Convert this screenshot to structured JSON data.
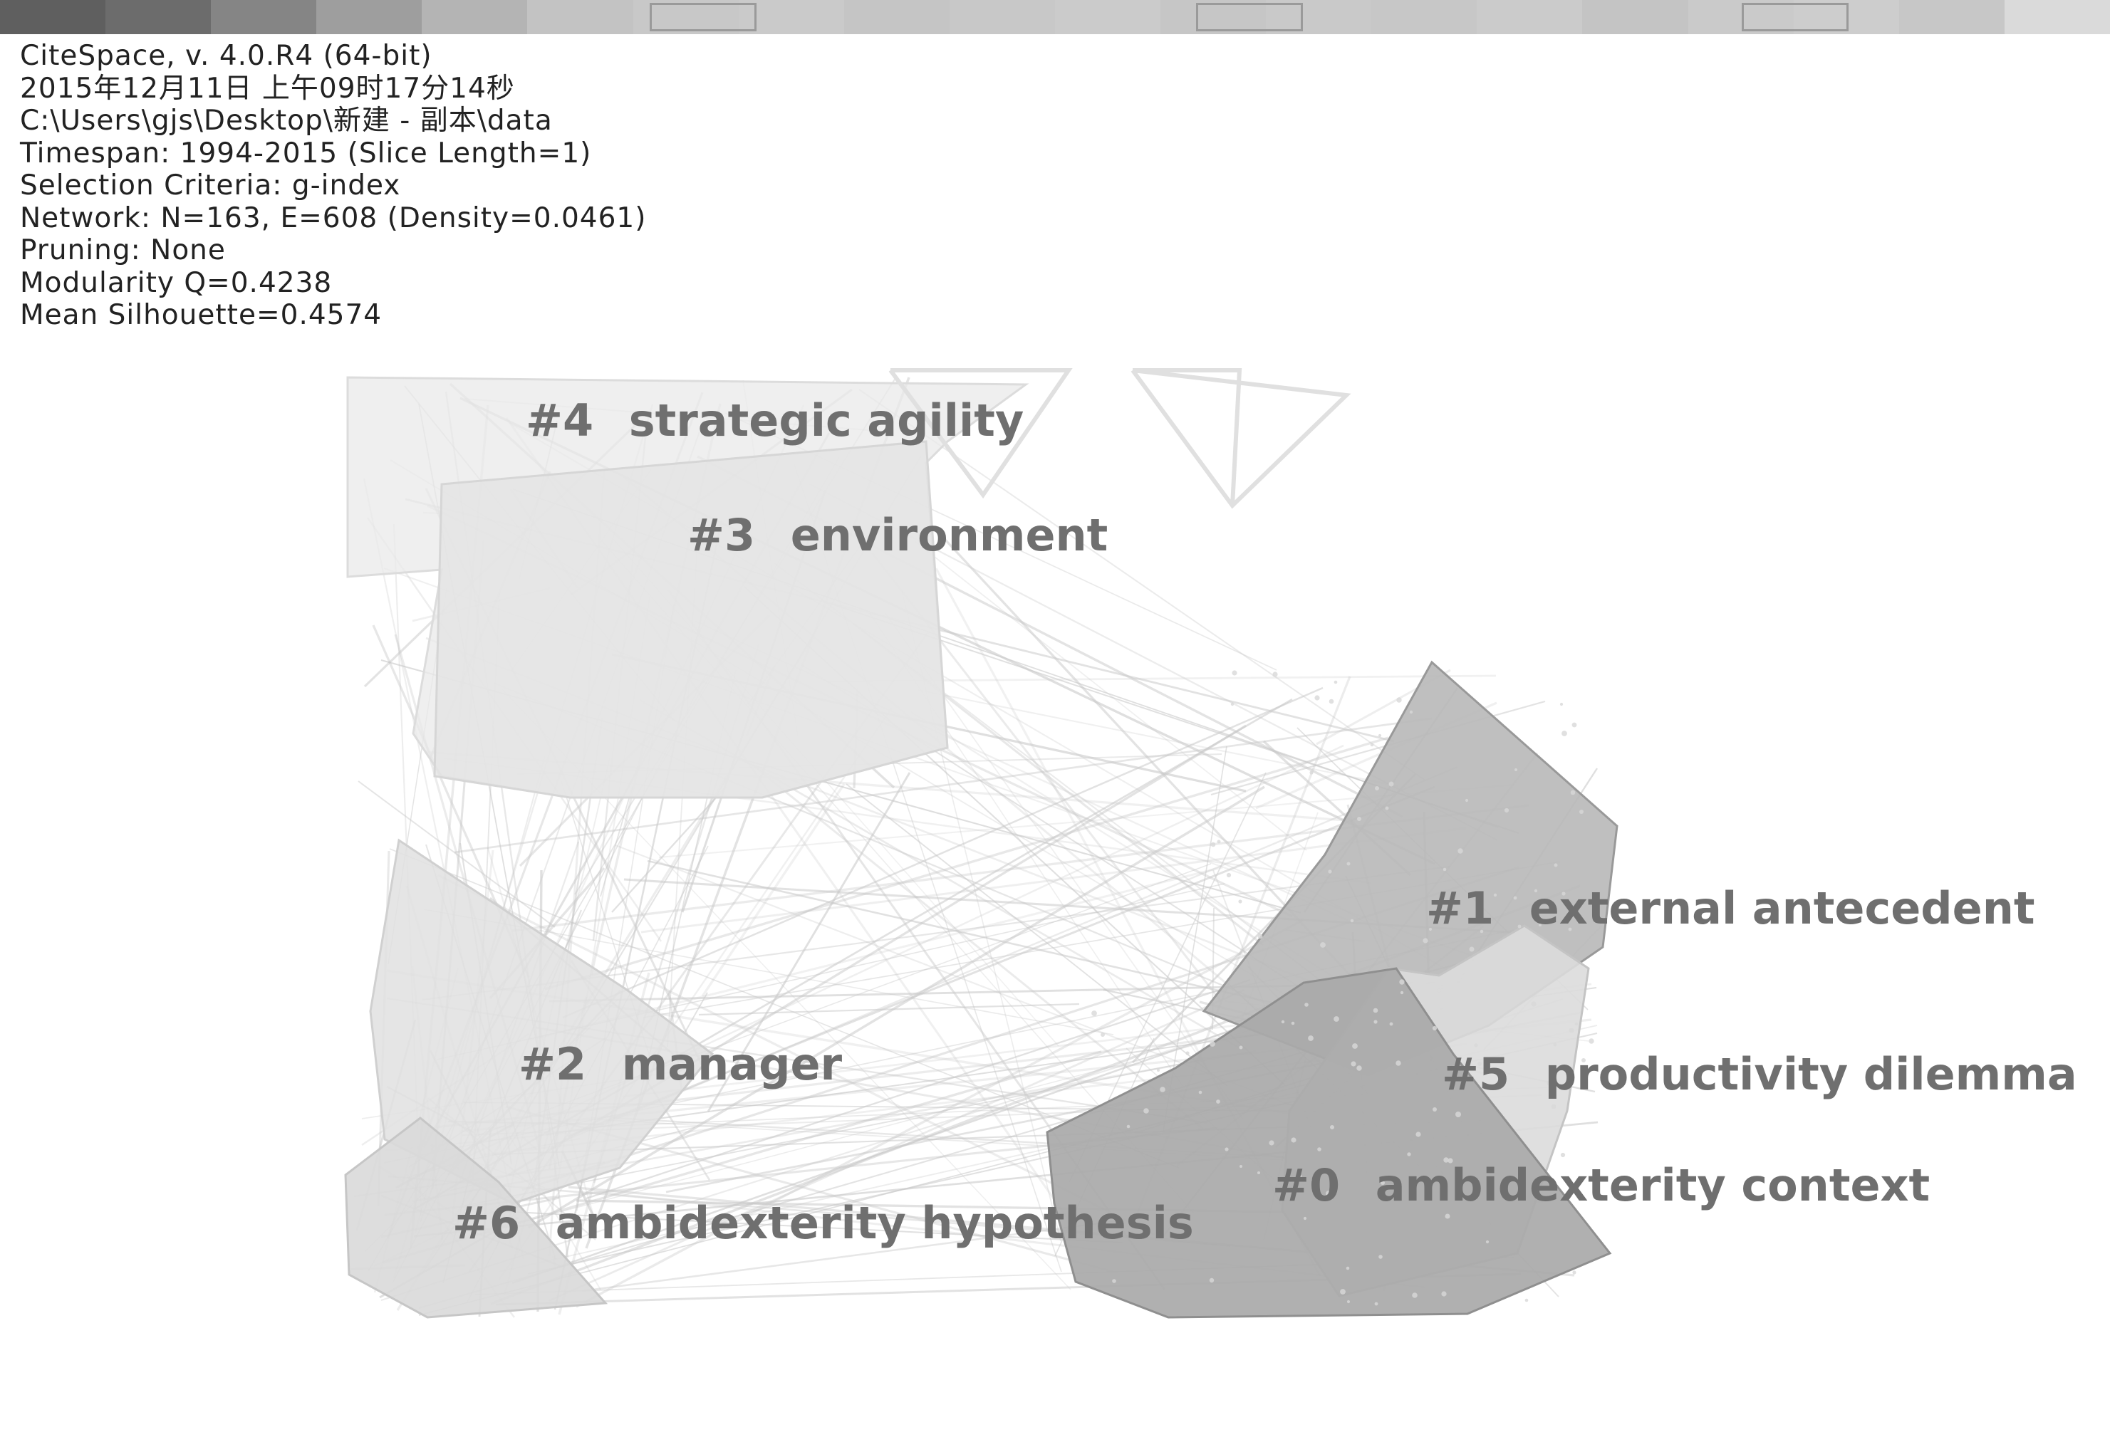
{
  "info": {
    "lines": [
      "CiteSpace, v. 4.0.R4 (64-bit)",
      "2015年12月11日 上午09时17分14秒",
      "C:\\Users\\gjs\\Desktop\\新建 - 副本\\data",
      "Timespan: 1994-2015 (Slice Length=1)",
      "Selection Criteria: g-index",
      "Network: N=163, E=608 (Density=0.0461)",
      "Pruning: None",
      "Modularity Q=0.4238",
      "Mean Silhouette=0.4574"
    ]
  },
  "timeline": {
    "colors": [
      "#5f5f5f",
      "#6c6c6c",
      "#858585",
      "#9e9e9e",
      "#b4b4b4",
      "#c3c3c3",
      "#c8c8c8",
      "#cacaca",
      "#c5c5c5",
      "#c8c8c8",
      "#cbcbcb",
      "#c6c6c6",
      "#c9c9c9",
      "#c7c7c7",
      "#cbcbcb",
      "#c4c4c4",
      "#cacaca",
      "#cdcdcd",
      "#c7c7c7",
      "#dadada"
    ]
  },
  "clusters": [
    {
      "id": "#0",
      "label": "ambidexterity context"
    },
    {
      "id": "#1",
      "label": "external antecedent"
    },
    {
      "id": "#2",
      "label": "manager"
    },
    {
      "id": "#3",
      "label": "environment"
    },
    {
      "id": "#4",
      "label": "strategic agility"
    },
    {
      "id": "#5",
      "label": "productivity dilemma"
    },
    {
      "id": "#6",
      "label": "ambidexterity hypothesis"
    }
  ],
  "colors": {
    "background": "#ffffff",
    "label": "#6f6f6f",
    "cluster_dark": "#a9a9a9",
    "cluster_light": "#e4e4e4",
    "link": "#c8c8c8"
  }
}
